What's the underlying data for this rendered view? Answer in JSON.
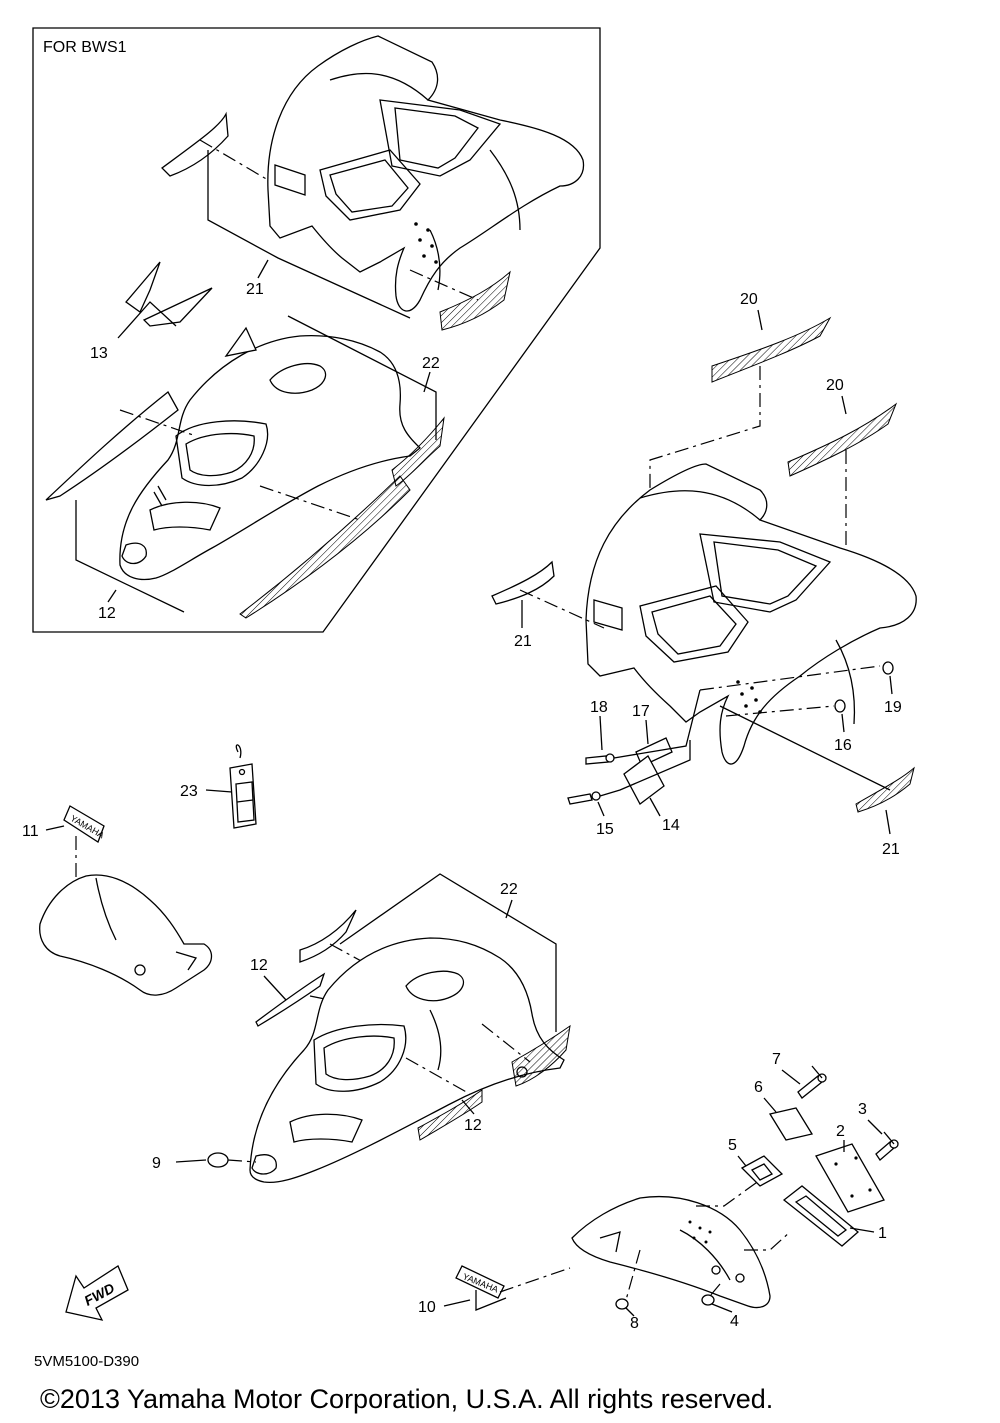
{
  "inset": {
    "title": "FOR BWS1"
  },
  "labels": {
    "l1": "1",
    "l2": "2",
    "l3": "3",
    "l4": "4",
    "l5": "5",
    "l6": "6",
    "l7": "7",
    "l8": "8",
    "l9": "9",
    "l10": "10",
    "l11": "11",
    "l12a": "12",
    "l12b": "12",
    "l12c": "12",
    "l13": "13",
    "l14": "14",
    "l15": "15",
    "l16": "16",
    "l17": "17",
    "l18": "18",
    "l19": "19",
    "l20a": "20",
    "l20b": "20",
    "l21a": "21",
    "l21b": "21",
    "l21c": "21",
    "l22a": "22",
    "l22b": "22",
    "l23": "23"
  },
  "decals": {
    "yamaha": "YAMAHA",
    "fwd": "FWD"
  },
  "footer": {
    "diagram_code": "5VM5100-D390",
    "copyright": "©2013 Yamaha Motor Corporation, U.S.A. All rights reserved."
  }
}
